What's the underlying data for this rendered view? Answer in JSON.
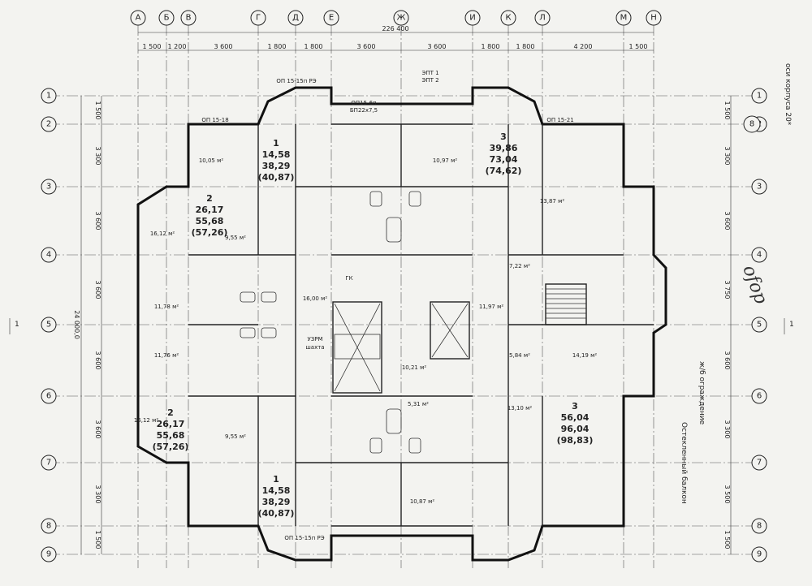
{
  "grid": {
    "columns": [
      "А",
      "Б",
      "В",
      "Г",
      "Д",
      "Е",
      "Ж",
      "И",
      "К",
      "Л",
      "М",
      "Н"
    ],
    "rows": [
      "1",
      "2",
      "3",
      "4",
      "5",
      "6",
      "7",
      "8",
      "9"
    ],
    "axis_label": "оси корпуса 20*",
    "circled_row": "8"
  },
  "dimensions": {
    "overall_width": "226 400",
    "overall_height": "24 000,0",
    "top": [
      "1 500",
      "1 200",
      "3 600",
      "1 800",
      "1 800",
      "3 600",
      "3 600",
      "1 800",
      "1 800",
      "4 200",
      "1 500"
    ],
    "side": [
      "1 500",
      "3 300",
      "3 600",
      "3 600",
      "3 600",
      "3 600",
      "3 300",
      "1 500"
    ],
    "right_side": [
      "1 500",
      "3 300",
      "3 600",
      "3 750",
      "3 600",
      "3 300",
      "3 500",
      "1 500"
    ]
  },
  "apartments": [
    {
      "number": "1",
      "living": "14,58",
      "area": "38,29",
      "total": "(40,87)"
    },
    {
      "number": "2",
      "living": "26,17",
      "area": "55,68",
      "total": "(57,26)"
    },
    {
      "number": "3",
      "living": "39,86",
      "area": "73,04",
      "total": "(74,62)"
    },
    {
      "number": "2",
      "living": "26,17",
      "area": "55,68",
      "total": "(57,26)"
    },
    {
      "number": "1",
      "living": "14,58",
      "area": "38,29",
      "total": "(40,87)"
    },
    {
      "number": "3",
      "living": "56,04",
      "area": "96,04",
      "total": "(98,83)"
    }
  ],
  "room_labels": [
    "16,12 м²",
    "9,55 м²",
    "10,05 м²",
    "13,87 м²",
    "11,78 м²",
    "11,76 м²",
    "16,00 м²",
    "10,21 м²",
    "11,97 м²",
    "14,19 м²",
    "13,10 м²",
    "10,87 м²",
    "9,55 м²",
    "16,12 м²",
    "5,84 м²",
    "7,22 м²",
    "10,97 м²",
    "5,31 м²"
  ],
  "marks": [
    "ОП 15-18",
    "ОП 15-15п РЭ",
    "ОП 15-21",
    "ЭПТ 1",
    "ЭПТ 2",
    "БП22х7,5",
    "ОП15-6п",
    "УЗРМ",
    "шахта",
    "ГК",
    "ОП 15-15п РЭ"
  ],
  "notes": {
    "fence": "ж/б ограждение",
    "balcony": "Остекленный балкон",
    "section_mark": "1",
    "handwritten": "ofop"
  }
}
